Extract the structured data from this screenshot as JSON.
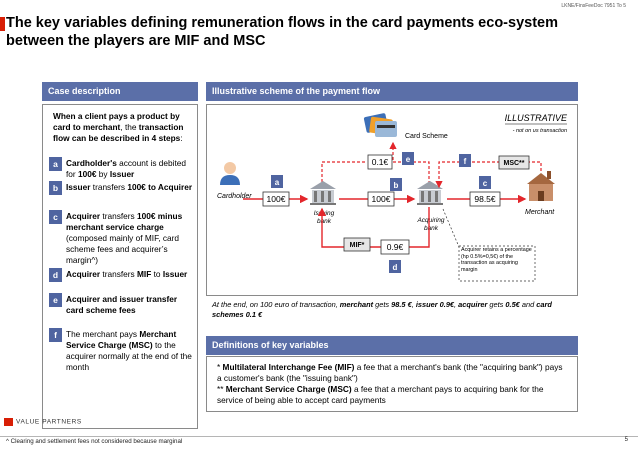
{
  "doc_ref": "LKNE/FinsFeeDoc 7951 To 5",
  "title": "The key variables defining remuneration flows in the card payments eco-system between the players are MIF and MSC",
  "left_panel": {
    "header": "Case description",
    "intro_bold_1": "When a client pays a product by card to merchant",
    "intro_normal": ", the ",
    "intro_bold_2": "transaction flow can be described in 4 steps",
    "intro_end": ":",
    "steps": [
      {
        "letter": "a",
        "parts": [
          {
            "b": true,
            "t": "Cardholder's"
          },
          {
            "b": false,
            "t": " account is debited for "
          },
          {
            "b": true,
            "t": "100€"
          },
          {
            "b": false,
            "t": " by "
          },
          {
            "b": true,
            "t": "Issuer"
          }
        ]
      },
      {
        "letter": "b",
        "parts": [
          {
            "b": true,
            "t": "Issuer"
          },
          {
            "b": false,
            "t": " transfers "
          },
          {
            "b": true,
            "t": "100€ to Acquirer"
          }
        ]
      },
      {
        "letter": "c",
        "parts": [
          {
            "b": true,
            "t": "Acquirer"
          },
          {
            "b": false,
            "t": " transfers "
          },
          {
            "b": true,
            "t": "100€ minus merchant service charge"
          },
          {
            "b": false,
            "t": " (composed mainly of MIF, card scheme fees and acquirer’s margin^)"
          }
        ]
      },
      {
        "letter": "d",
        "parts": [
          {
            "b": true,
            "t": "Acquirer"
          },
          {
            "b": false,
            "t": " transfers "
          },
          {
            "b": true,
            "t": "MIF"
          },
          {
            "b": false,
            "t": " to "
          },
          {
            "b": true,
            "t": "Issuer"
          }
        ]
      },
      {
        "letter": "e",
        "parts": [
          {
            "b": true,
            "t": "Acquirer and issuer transfer card scheme fees"
          }
        ]
      },
      {
        "letter": "f",
        "parts": [
          {
            "b": false,
            "t": "The merchant pays "
          },
          {
            "b": true,
            "t": "Merchant Service Charge (MSC)"
          },
          {
            "b": false,
            "t": " to the acquirer normally at the end of the month"
          }
        ]
      }
    ]
  },
  "scheme_panel": {
    "header": "Illustrative scheme of the payment flow",
    "tag": "ILLUSTRATIVE",
    "tag_note": "- not on us transaction",
    "card_scheme_label": "Card Scheme",
    "actors": {
      "cardholder": "Cardholder",
      "issuing_bank": "Issuing bank",
      "acquiring_bank": "Acquiring bank",
      "merchant": "Merchant"
    },
    "amounts": {
      "first": "100€",
      "second": "100€",
      "third": "98.5€",
      "scheme_fee": "0.1€",
      "mif": "0.9€"
    },
    "step_letters": {
      "a": "a",
      "b": "b",
      "c": "c",
      "d": "d",
      "e": "e",
      "f": "f"
    },
    "msc_tag": "MSC**",
    "mif_tag": "MIF*",
    "note": "Acquirer retains a percentage (hp 0.5%=0,5€) of the transaction as acquiring margin",
    "colors": {
      "arrow": "#e3262b",
      "badge": "#4f64a0",
      "header": "#5b6fa8"
    }
  },
  "at_end": {
    "lead": "At the end, on 100 euro of transaction, ",
    "m_bold": "merchant",
    "m_text": " gets ",
    "m_val": "98.5 €",
    "sep1": ", ",
    "i_bold": "issuer",
    "i_text": " ",
    "i_val": "0.9€",
    "sep2": ", ",
    "a_bold": "acquirer",
    "a_text": " gets ",
    "a_val": "0.5€",
    "conj": " and ",
    "c_bold": "card schemes 0.1 €"
  },
  "definitions": {
    "header": "Definitions of key variables",
    "mif_prefix": " * ",
    "mif_term": "Multilateral Interchange Fee (MIF)",
    "mif_text": " a fee that a merchant's bank (the \"acquiring bank\") pays a customer's bank (the \"issuing bank\")",
    "msc_prefix": "** ",
    "msc_term": "Merchant Service Charge (MSC)",
    "msc_text": " a fee that a merchant pays to acquiring bank for the service of being able to accept card payments"
  },
  "footer": {
    "logo": "VALUE PARTNERS",
    "footnote": "^ Clearing and settlement fees not considered because marginal",
    "page": "5"
  }
}
